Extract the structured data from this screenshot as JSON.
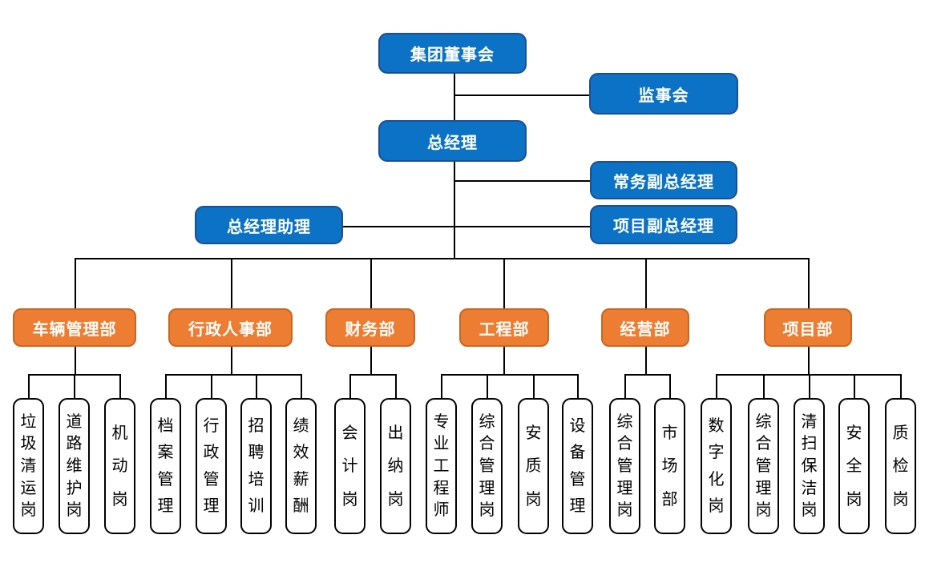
{
  "colors": {
    "blue": "#0c72c5",
    "blue_border": "#1b4f93",
    "orange": "#ec7d33",
    "orange_border": "#c9661f",
    "post_border": "#000000",
    "line": "#000000"
  },
  "nodes": {
    "board": "集团董事会",
    "supervisory": "监事会",
    "general_manager": "总经理",
    "executive_deputy_gm": "常务副总经理",
    "project_deputy_gm": "项目副总经理",
    "gm_assistant": "总经理助理"
  },
  "departments": [
    {
      "label": "车辆管理部",
      "posts": [
        "垃圾清运岗",
        "道路维护岗",
        "机动岗"
      ]
    },
    {
      "label": "行政人事部",
      "posts": [
        "档案管理",
        "行政管理",
        "招聘培训",
        "绩效薪酬"
      ]
    },
    {
      "label": "财务部",
      "posts": [
        "会计岗",
        "出纳岗"
      ]
    },
    {
      "label": "工程部",
      "posts": [
        "专业工程师",
        "综合管理岗",
        "安质岗",
        "设备管理"
      ]
    },
    {
      "label": "经营部",
      "posts": [
        "综合管理岗",
        "市场部"
      ]
    },
    {
      "label": "项目部",
      "posts": [
        "数字化岗",
        "综合管理岗",
        "清扫保洁岗",
        "安全岗",
        "质检岗"
      ]
    }
  ]
}
